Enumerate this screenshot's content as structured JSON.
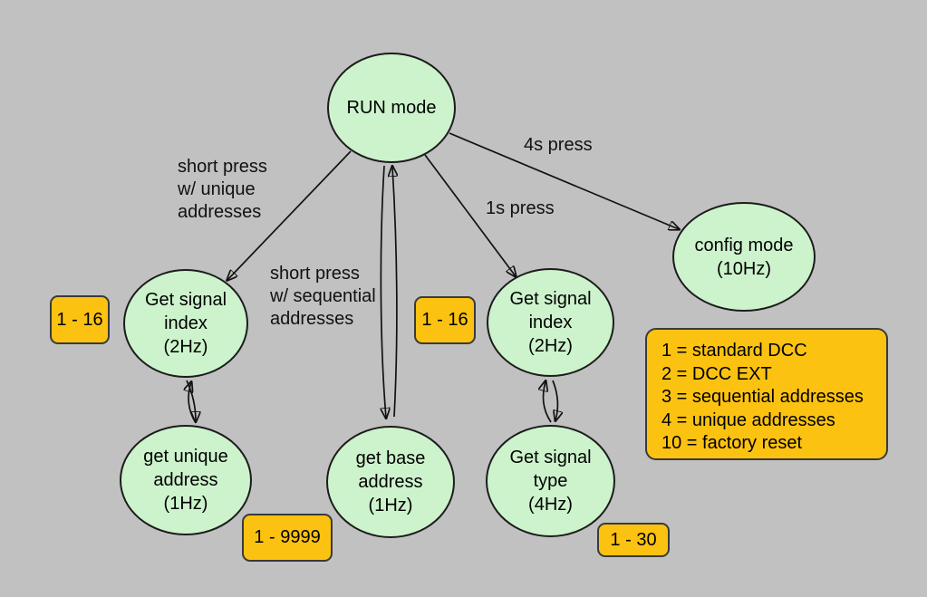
{
  "diagram": {
    "background_color": "#c1c1c1",
    "node_fill_color": "#cdf3cc",
    "node_border_color": "#1c1c1c",
    "badge_fill_color": "#fcc211",
    "arrow_color": "#121212"
  },
  "nodes": {
    "run": {
      "label": "RUN mode"
    },
    "index_left": {
      "label": "Get signal\nindex\n(2Hz)"
    },
    "unique": {
      "label": "get unique\naddress\n(1Hz)"
    },
    "base": {
      "label": "get base\naddress\n(1Hz)"
    },
    "index_right": {
      "label": "Get signal\nindex\n(2Hz)"
    },
    "type": {
      "label": "Get signal\ntype\n(4Hz)"
    },
    "config": {
      "label": "config mode\n(10Hz)"
    }
  },
  "edge_labels": {
    "short_unique": "short press\nw/ unique\naddresses",
    "short_sequential": "short press\nw/ sequential\naddresses",
    "one_s_press": "1s press",
    "four_s_press": "4s press"
  },
  "badges": {
    "index_left_range": "1 - 16",
    "index_right_range": "1 - 16",
    "base_range": "1 - 9999",
    "type_range": "1 - 30"
  },
  "legend": {
    "items": [
      "1 = standard DCC",
      "2 = DCC EXT",
      "3 = sequential addresses",
      "4 = unique addresses",
      "10 = factory reset"
    ]
  }
}
